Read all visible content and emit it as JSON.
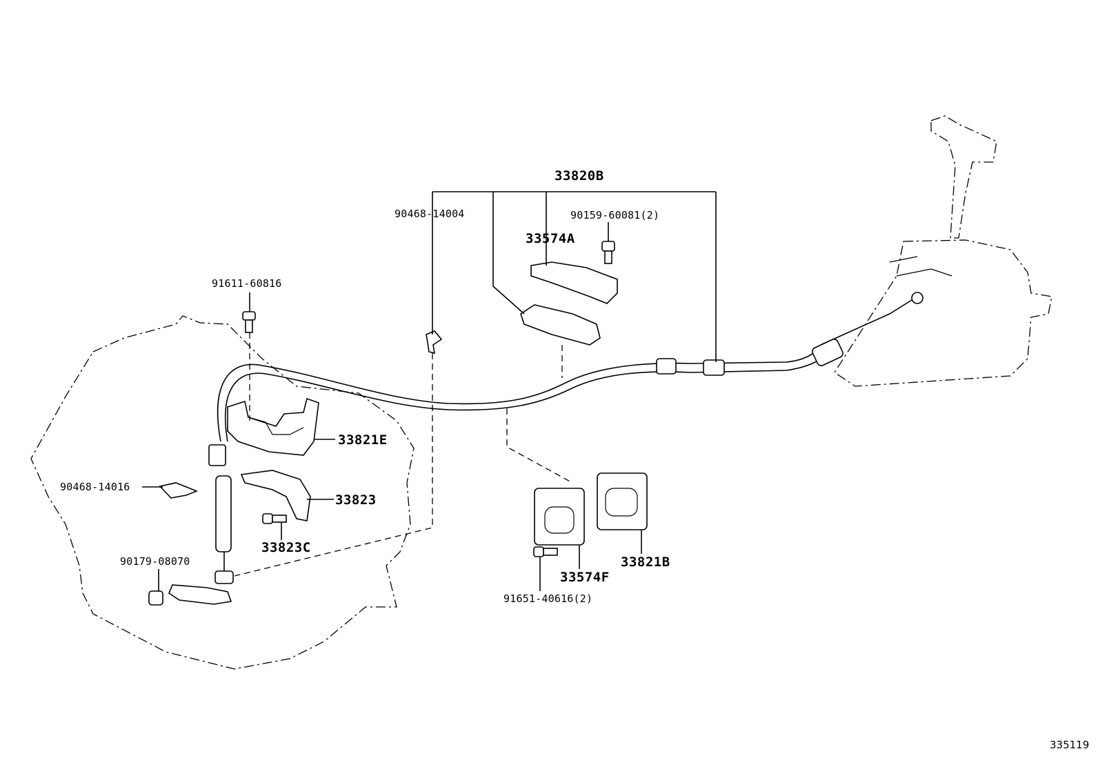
{
  "parts": {
    "cable_assy": "33820B",
    "clip_top": "90468-14004",
    "screw_top": "90159-60081(2)",
    "retainer_a": "33574A",
    "bolt_trans": "91611-60816",
    "bracket": "33821E",
    "clip_left": "90468-14016",
    "bracket_small": "33823",
    "bolt_small": "33823C",
    "nut": "90179-08070",
    "retainer_f": "33574F",
    "gasket": "33821B",
    "screw_bottom": "91651-40616(2)"
  },
  "figure_ref": "335119",
  "colors": {
    "line": "#000000",
    "background": "#ffffff"
  }
}
